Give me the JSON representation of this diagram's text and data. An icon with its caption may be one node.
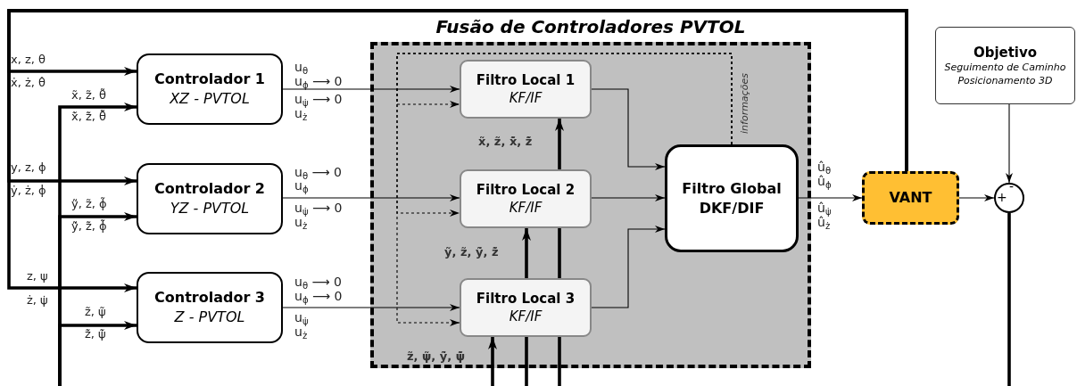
{
  "diagram": {
    "nodes": [
      {
        "text": [
          "Fusão de Controladores PVTOL"
        ]
      },
      {
        "text": [
          "Controlador 1",
          "XZ - PVTOL"
        ]
      },
      {
        "text": [
          "Controlador 2",
          "YZ - PVTOL"
        ]
      },
      {
        "text": [
          "Controlador 3",
          "Z - PVTOL"
        ]
      },
      {
        "text": [
          "Filtro Local 1",
          "KF/IF"
        ],
        "in": 0
      },
      {
        "text": [
          "Filtro Local 2",
          "KF/IF"
        ],
        "in": 0
      },
      {
        "text": [
          "Filtro Local 3",
          "KF/IF"
        ],
        "in": 0
      },
      {
        "text": [
          "Filtro Global",
          "DKF/DIF"
        ],
        "in": 0
      },
      {
        "text": [
          "VANT"
        ]
      },
      {
        "text": [
          "Objetivo",
          "Seguimento de Caminho Posicionamento 3D"
        ]
      },
      {
        "text": [],
        "shape": "circle"
      }
    ],
    "edges": [
      {
        "from": 8,
        "to": 1,
        "arrow": "to",
        "style": "thick"
      },
      {
        "from": 8,
        "to": 2,
        "arrow": "to",
        "style": "thick"
      },
      {
        "from": 8,
        "to": 3,
        "arrow": "to",
        "style": "thick"
      },
      {
        "from": null,
        "to": 1,
        "arrow": "to",
        "style": "thick"
      },
      {
        "from": null,
        "to": 2,
        "arrow": "to",
        "style": "thick"
      },
      {
        "from": null,
        "to": 3,
        "arrow": "to",
        "style": "thick"
      },
      {
        "from": 1,
        "to": 4,
        "arrow": "to"
      },
      {
        "from": 2,
        "to": 5,
        "arrow": "to"
      },
      {
        "from": 3,
        "to": 6,
        "arrow": "to"
      },
      {
        "from": 7,
        "to": 4,
        "arrow": "to",
        "style": "dashed",
        "label": "informações"
      },
      {
        "from": 7,
        "to": 5,
        "arrow": "to",
        "style": "dashed"
      },
      {
        "from": 7,
        "to": 6,
        "arrow": "to",
        "style": "dashed"
      },
      {
        "from": null,
        "to": 4,
        "arrow": "to",
        "style": "thick",
        "label": "x̃, z̃, x̃̇, z̃̇"
      },
      {
        "from": null,
        "to": 5,
        "arrow": "to",
        "style": "thick",
        "label": "ỹ, z̃, ỹ̇, z̃̇"
      },
      {
        "from": null,
        "to": 6,
        "arrow": "to",
        "style": "thick",
        "label": "z̃, ψ̃, ỹ̇, ψ̃̇"
      },
      {
        "from": 4,
        "to": 7,
        "arrow": "to"
      },
      {
        "from": 5,
        "to": 7,
        "arrow": "to"
      },
      {
        "from": 6,
        "to": 7,
        "arrow": "to"
      },
      {
        "from": 7,
        "to": 8,
        "arrow": "to"
      },
      {
        "from": 8,
        "to": 10,
        "arrow": "to"
      },
      {
        "from": 9,
        "to": 10,
        "arrow": "to"
      },
      {
        "from": 10,
        "to": null,
        "arrow": "none",
        "style": "thick"
      }
    ],
    "labels": [
      "x, z, θ",
      "ẋ, ż, θ̇",
      "x̃, z̃, θ̃",
      "x̃̇, z̃̇, θ̃̇",
      "u$_{θ}$",
      "u$_{ϕ}$ ⟶ 0",
      "u$_{ψ̇}$ ⟶ 0",
      "u$_{ż}$",
      "y, z, ϕ",
      "ẏ, ż, ϕ̇",
      "ỹ, z̃, ϕ̃",
      "ỹ̇, z̃̇, ϕ̃̇",
      "u$_{θ}$ ⟶ 0",
      "u$_{ϕ}$",
      "u$_{ψ̇}$ ⟶ 0",
      "u$_{ż}$",
      "z, ψ",
      "ż, ψ̇",
      "z̃, ψ̃",
      "z̃̇, ψ̃̇",
      "u$_{θ}$ ⟶ 0",
      "u$_{ϕ}$ ⟶ 0",
      "u$_{ψ̇}$",
      "u$_{ż}$",
      "û$_{θ}$",
      "û$_{ϕ}$",
      "û$_{ψ̇}$",
      "û$_{ż}$",
      "+",
      "-"
    ]
  }
}
